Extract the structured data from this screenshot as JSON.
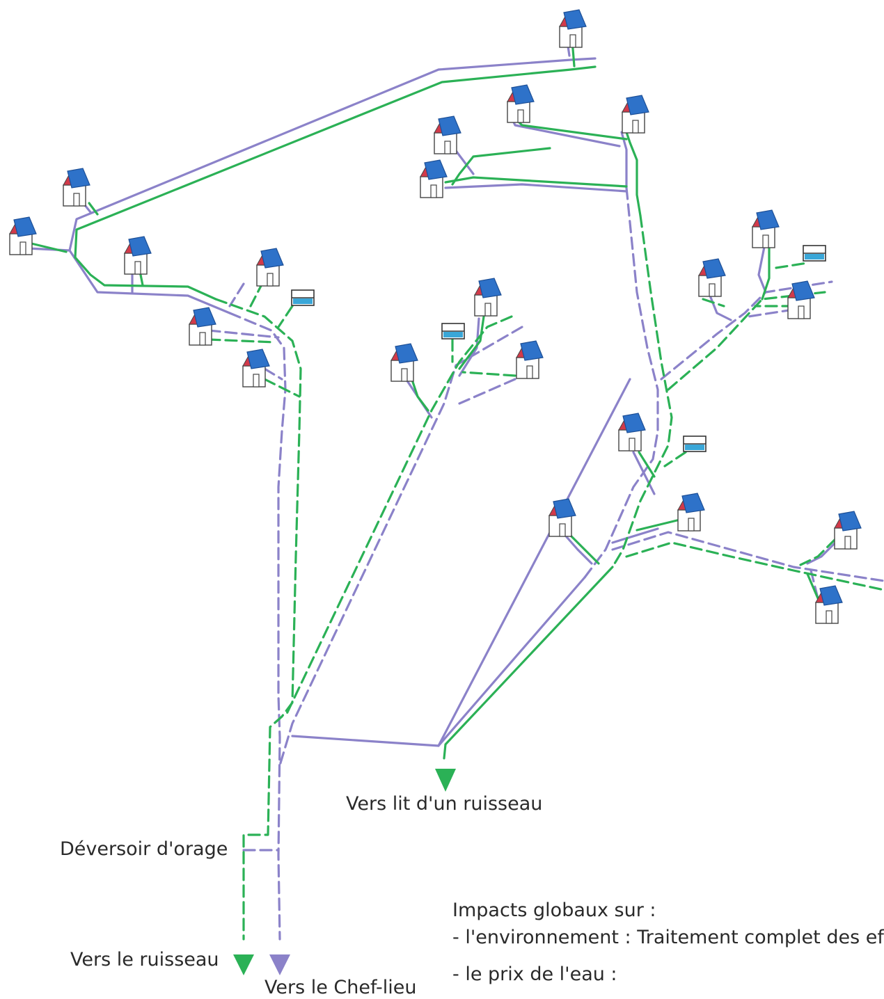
{
  "colors": {
    "rain_water_pipe": "#2bb156",
    "waste_water_pipe": "#8b82c9",
    "house_roof": "#2e72c9",
    "house_gable": "#d23a4a",
    "tank_water": "#3aa7d8"
  },
  "labels": {
    "stream_bed": "Vers lit d'un ruisseau",
    "storm_overflow": "Déversoir d'orage",
    "to_stream": "Vers le ruisseau",
    "to_chef_lieu": "Vers le Chef-lieu"
  },
  "impacts": {
    "heading": "Impacts globaux sur :",
    "environment": "- l'environnement : Traitement complet des ef",
    "water_price": "- le prix de l'eau :"
  },
  "icons": [
    "house-icon",
    "water-tank-icon",
    "arrow-down-icon"
  ]
}
